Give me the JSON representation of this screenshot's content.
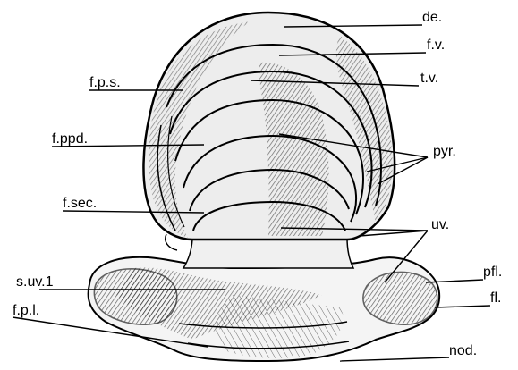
{
  "labels": {
    "de": "de.",
    "fv": "f.v.",
    "tv": "t.v.",
    "fps": "f.p.s.",
    "fppd": "f.ppd.",
    "pyr": "pyr.",
    "fsec": "f.sec.",
    "uv": "uv.",
    "suv1": "s.uv.1",
    "pfl": "pfl.",
    "fl": "fl.",
    "fpl": "f.p.l.",
    "nod": "nod."
  },
  "colors": {
    "ink": "#000000",
    "paper": "#ffffff",
    "shade": "#3a3a3a"
  }
}
